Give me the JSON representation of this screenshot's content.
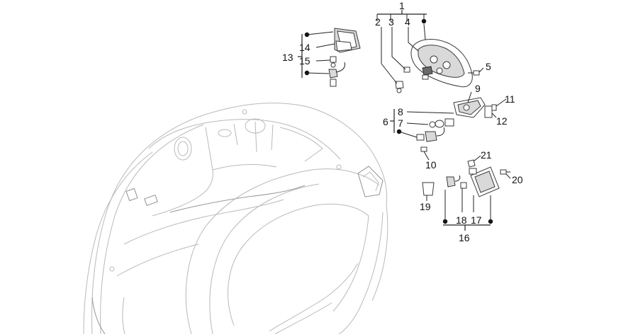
{
  "callouts": {
    "n1": "1",
    "n2": "2",
    "n3": "3",
    "n4": "4",
    "n5": "5",
    "n6": "6",
    "n7": "7",
    "n8": "8",
    "n9": "9",
    "n10": "10",
    "n11": "11",
    "n12": "12",
    "n13": "13",
    "n14": "14",
    "n15": "15",
    "n16": "16",
    "n17": "17",
    "n18": "18",
    "n19": "19",
    "n20": "20",
    "n21": "21"
  }
}
